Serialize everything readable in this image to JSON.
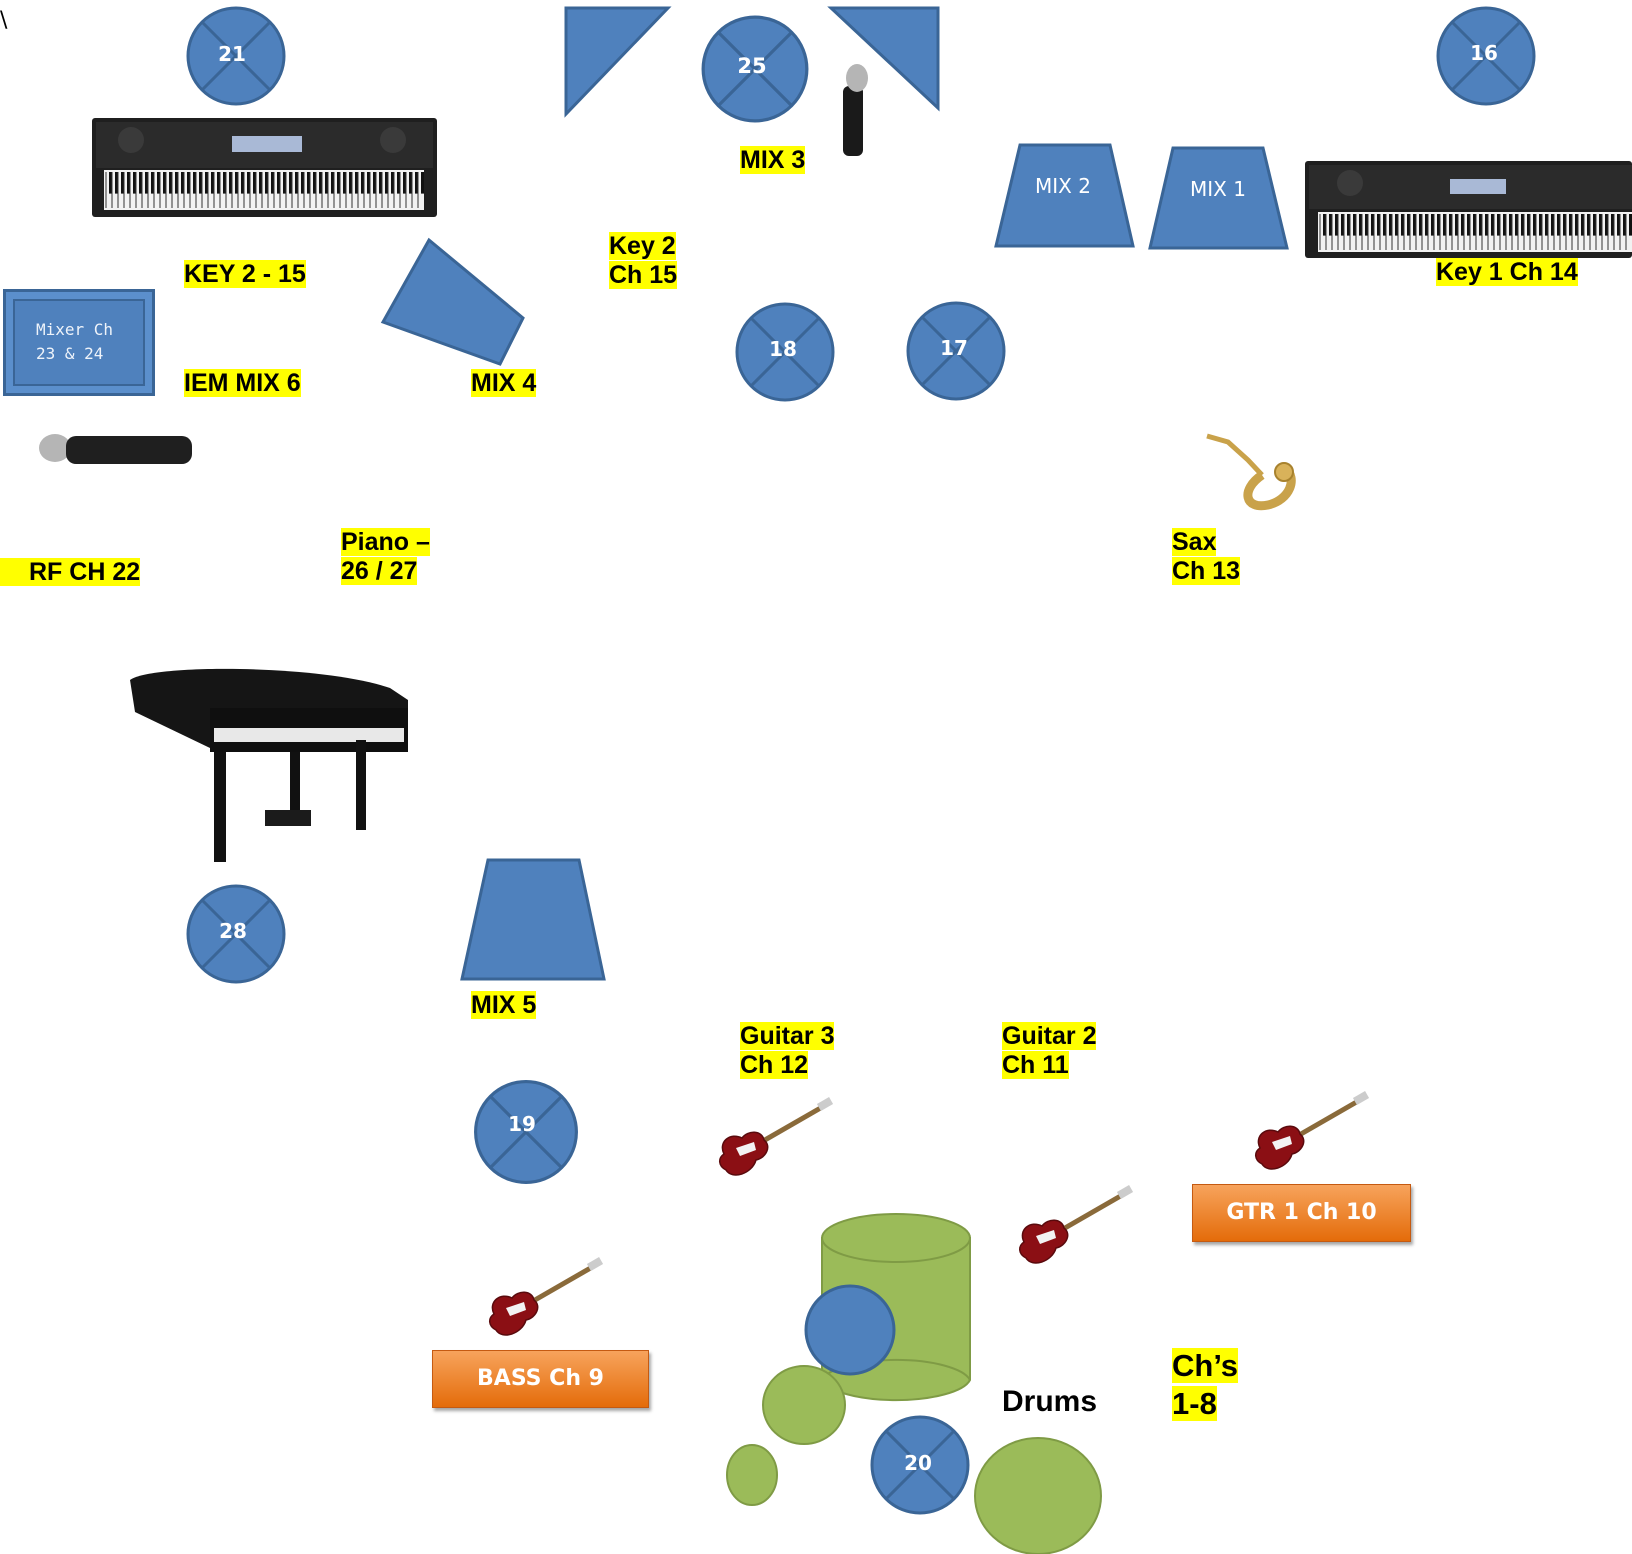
{
  "stray_mark": "\\",
  "wedges": {
    "m21": "21",
    "m25": "25",
    "m16": "16",
    "m18": "18",
    "m17": "17",
    "m28": "28",
    "m19": "19",
    "m20": "20"
  },
  "mixes": {
    "mix2": "MIX 2",
    "mix1": "MIX 1"
  },
  "labels": {
    "mix3": "MIX 3",
    "key2_15": "KEY 2 - 15",
    "key2_ch15_line1": "Key 2",
    "key2_ch15_line2": "Ch 15",
    "key1_ch14": "Key 1 Ch 14",
    "iem_mix6": "IEM MIX 6",
    "mix4": "MIX 4",
    "rf_ch22": "RF CH 22",
    "piano_line1": "Piano –",
    "piano_line2": "26 / 27",
    "sax_line1": "Sax",
    "sax_line2": "Ch 13",
    "mix5": "MIX 5",
    "guitar3_line1": "Guitar 3",
    "guitar3_line2": "Ch 12",
    "guitar2_line1": "Guitar 2",
    "guitar2_line2": "Ch 11",
    "drums": "Drums",
    "drums_ch_line1": "Ch’s",
    "drums_ch_line2": "1-8"
  },
  "mixer_box": {
    "line1": "Mixer Ch",
    "line2": "23 & 24"
  },
  "buttons": {
    "gtr1": "GTR 1 Ch 10",
    "bass": "BASS Ch 9"
  },
  "colors": {
    "blue": "#4f81bd",
    "blue_border": "#3a6596",
    "highlight": "#ffff00",
    "drum_green": "#9bbb59",
    "orange": "#e46c0a"
  }
}
